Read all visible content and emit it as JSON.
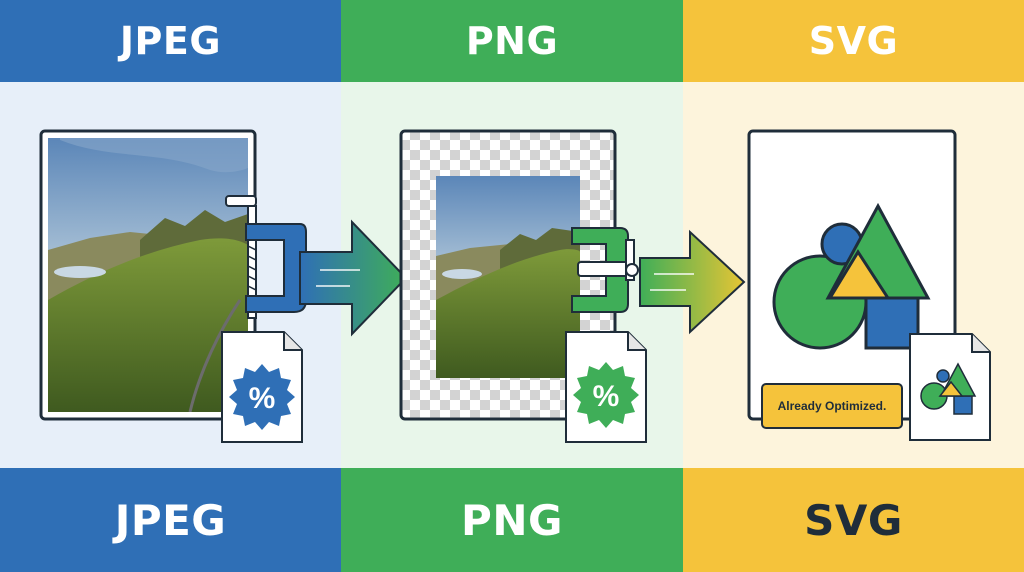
{
  "columns": [
    {
      "id": "jpeg",
      "top_label": "JPEG",
      "bottom_label": "JPEG",
      "band_color": "#2f6fb6",
      "band_text_color": "#ffffff",
      "panel_color": "#e7eff9"
    },
    {
      "id": "png",
      "top_label": "PNG",
      "bottom_label": "PNG",
      "band_color": "#3fae58",
      "band_text_color": "#ffffff",
      "panel_color": "#e8f6ea"
    },
    {
      "id": "svg",
      "top_label": "SVG",
      "bottom_label": "SVG",
      "band_color": "#f5c33b",
      "band_text_color": "#ffffff",
      "bottom_text_color": "#1f2d3a",
      "panel_color": "#fdf4dc"
    }
  ],
  "badges": {
    "jpeg_percent": "%",
    "png_percent": "%",
    "svg_optimized": "Already Optimized."
  },
  "colors": {
    "blue": "#2f6fb6",
    "green": "#3fae58",
    "yellow": "#f5c33b",
    "outline": "#1f2d3a"
  },
  "icons": [
    "clamp-icon",
    "arrow-right-icon",
    "file-icon",
    "percent-badge-icon",
    "geometric-shapes-icon",
    "checkerboard-transparency-icon"
  ]
}
